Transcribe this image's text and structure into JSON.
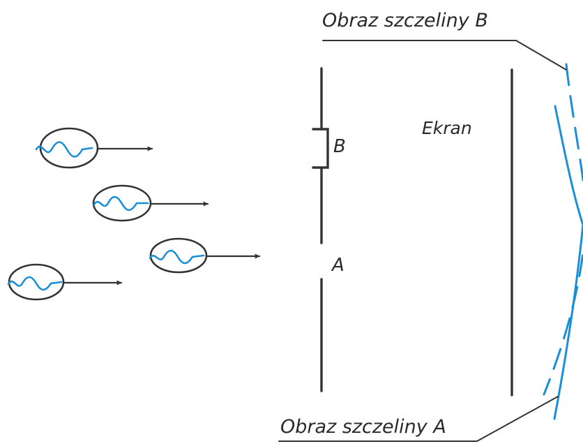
{
  "labels": {
    "image_b": "Obraz szczeliny B",
    "image_a": "Obraz szczeliny A",
    "screen": "Ekran",
    "slit_b": "B",
    "slit_a": "A"
  },
  "colors": {
    "ink": "#333333",
    "wave": "#1a8fd6"
  },
  "particles": {
    "count": 4
  }
}
